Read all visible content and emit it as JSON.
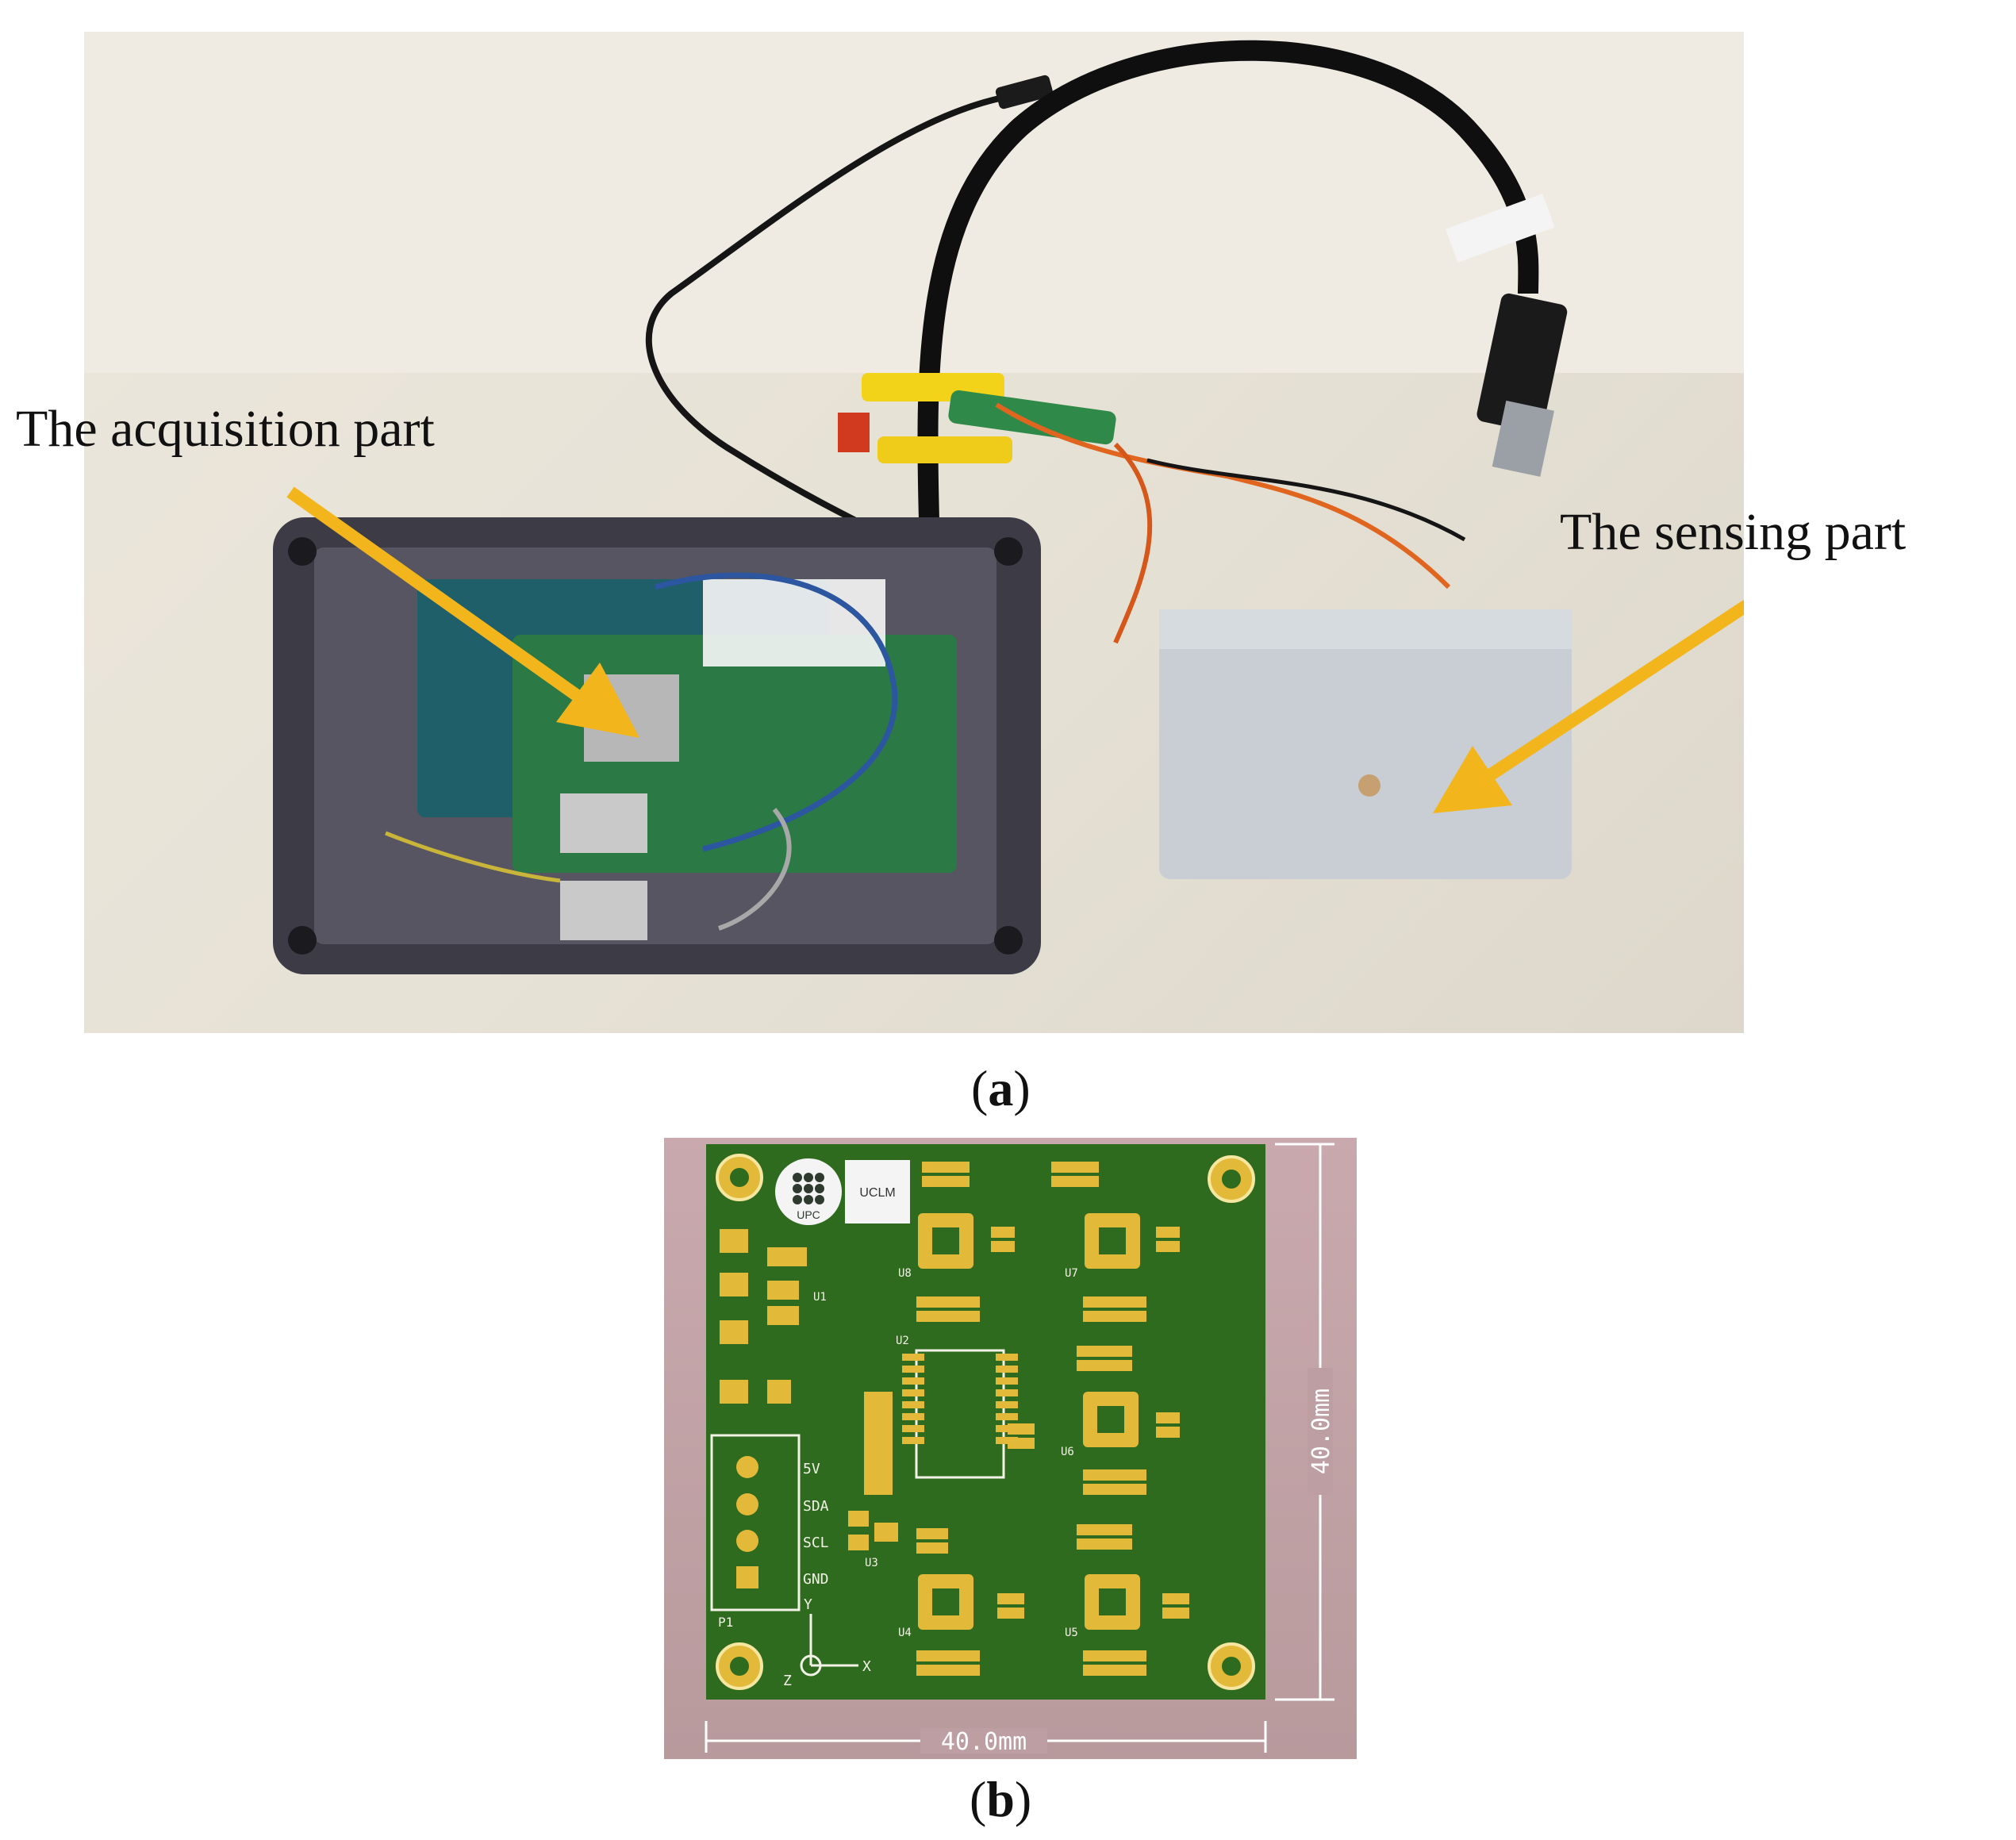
{
  "figure": {
    "panel_a": {
      "label_letter": "a",
      "callouts": {
        "acquisition": "The acquisition part",
        "sensing": "The sensing part"
      },
      "colors": {
        "arrow": "#f2b51c",
        "enclosure": "#3b3a44",
        "board": "#2d6b45",
        "sensor_box": "#c6ccd2"
      }
    },
    "panel_b": {
      "label_letter": "b",
      "logos": {
        "upc": "UPC",
        "uclm": "UCLM"
      },
      "connector_pins": [
        "5V",
        "SDA",
        "SCL",
        "GND"
      ],
      "connector_ref": "P1",
      "dimension_width": "40.0mm",
      "dimension_height": "40.0mm",
      "axes": {
        "x": "X",
        "y": "Y",
        "z": "Z"
      },
      "chips": [
        "U8",
        "U7",
        "U6",
        "U4",
        "U5",
        "U2",
        "U1",
        "U3"
      ],
      "colors": {
        "board": "#2f6b1e",
        "pads": "#e3b93a",
        "background": "#c4a4a8"
      }
    }
  }
}
